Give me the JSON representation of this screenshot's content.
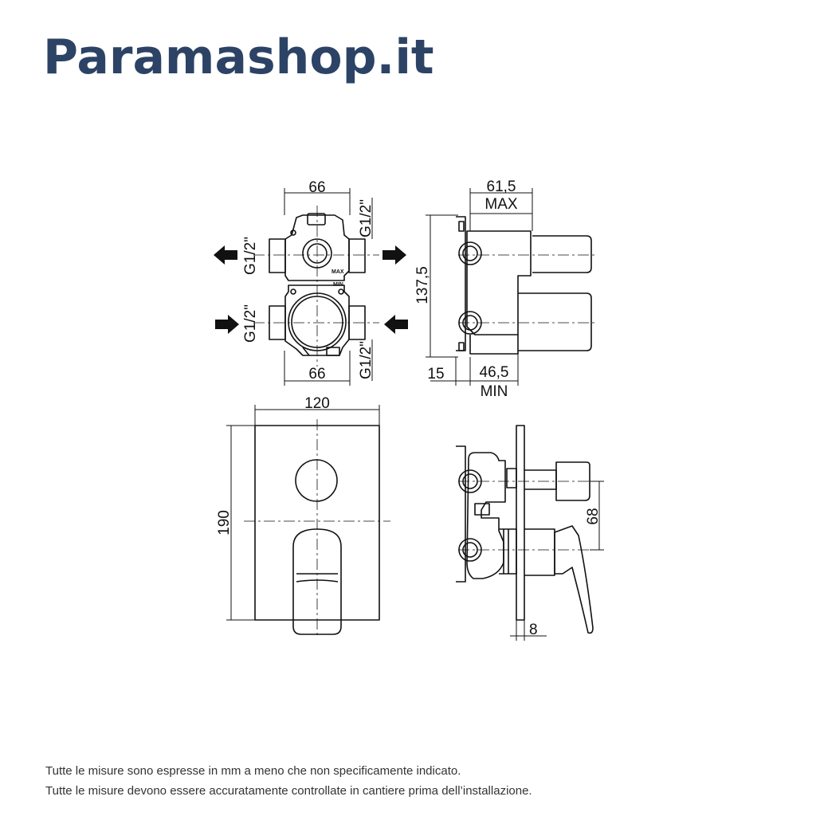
{
  "brand": {
    "name": "Paramashop.it",
    "color": "#2c4366"
  },
  "drawing": {
    "front_view": {
      "width_top": "66",
      "width_bottom": "66",
      "thread_left_top": "G1/2\"",
      "thread_left_bottom": "G1/2\"",
      "thread_right_top": "G1/2\"",
      "thread_right_bottom": "G1/2\"",
      "label_max": "MAX",
      "label_min": "MIN"
    },
    "side_view": {
      "depth_max_value": "61,5",
      "depth_max_label": "MAX",
      "height": "137,5",
      "offset": "15",
      "depth_min_value": "46,5",
      "depth_min_label": "MIN"
    },
    "plate_view": {
      "width": "120",
      "height": "190"
    },
    "assembled_side_view": {
      "spacing": "68",
      "plate_thickness": "8"
    }
  },
  "footer": {
    "line1": "Tutte le misure sono espresse in mm a meno che non specificamente indicato.",
    "line2": "Tutte le misure devono essere accuratamente controllate in cantiere prima dell’installazione."
  }
}
